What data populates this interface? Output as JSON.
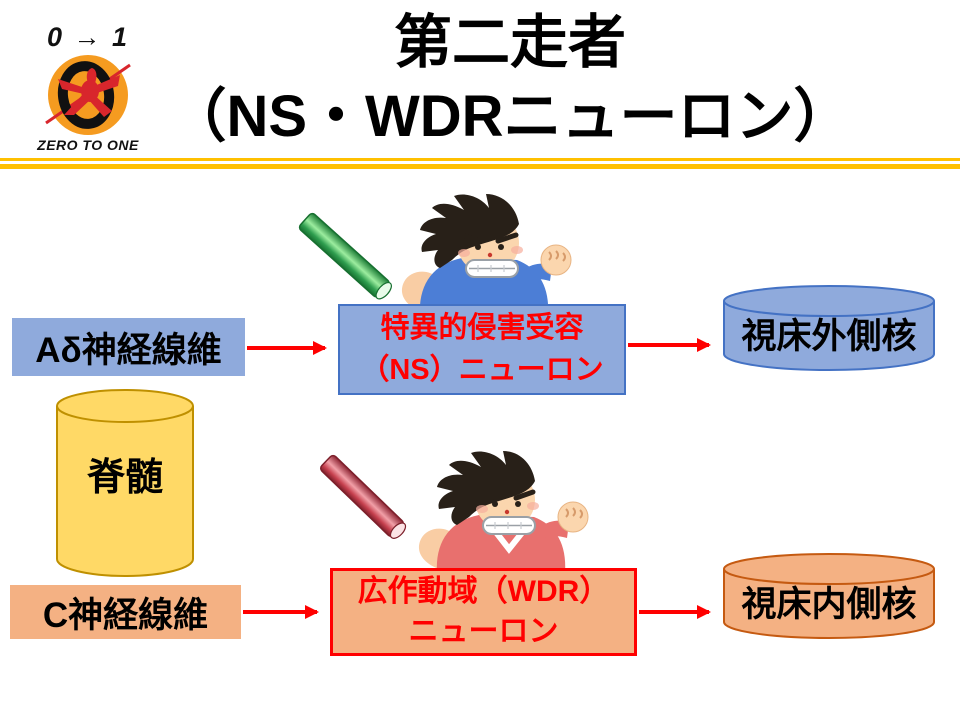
{
  "logo": {
    "numerals": "0 → 1",
    "caption": "ZERO TO ONE"
  },
  "title": {
    "line1": "第二走者",
    "line2": "（NS・WDRニューロン）"
  },
  "pathway_top": {
    "fiber_label": "Aδ神経線維",
    "neuron_line1": "特異的侵害受容",
    "neuron_line2": "（NS）ニューロン",
    "target_label": "視床外側核"
  },
  "pathway_bottom": {
    "fiber_label": "C神経線維",
    "neuron_line1": "広作動域（WDR）",
    "neuron_line2": "ニューロン",
    "target_label": "視床内側核"
  },
  "spinal_cord_label": "脊髄",
  "icons": {
    "logo_mark": "zero-to-one-runner-logo",
    "runner_top": "boy-runner-with-green-baton",
    "runner_bottom": "girl-runner-with-red-baton"
  },
  "colors": {
    "blue_fill": "#8FAADC",
    "blue_border": "#4472C4",
    "orange_fill": "#F4B183",
    "orange_border": "#C55A11",
    "yellow_fill": "#FFD966",
    "yellow_border": "#BF9000",
    "accent_line": "#FFC000",
    "arrow_red": "#FF0000",
    "text_red": "#FF0000",
    "logo_orange": "#F59B20",
    "logo_red": "#D8262C"
  }
}
